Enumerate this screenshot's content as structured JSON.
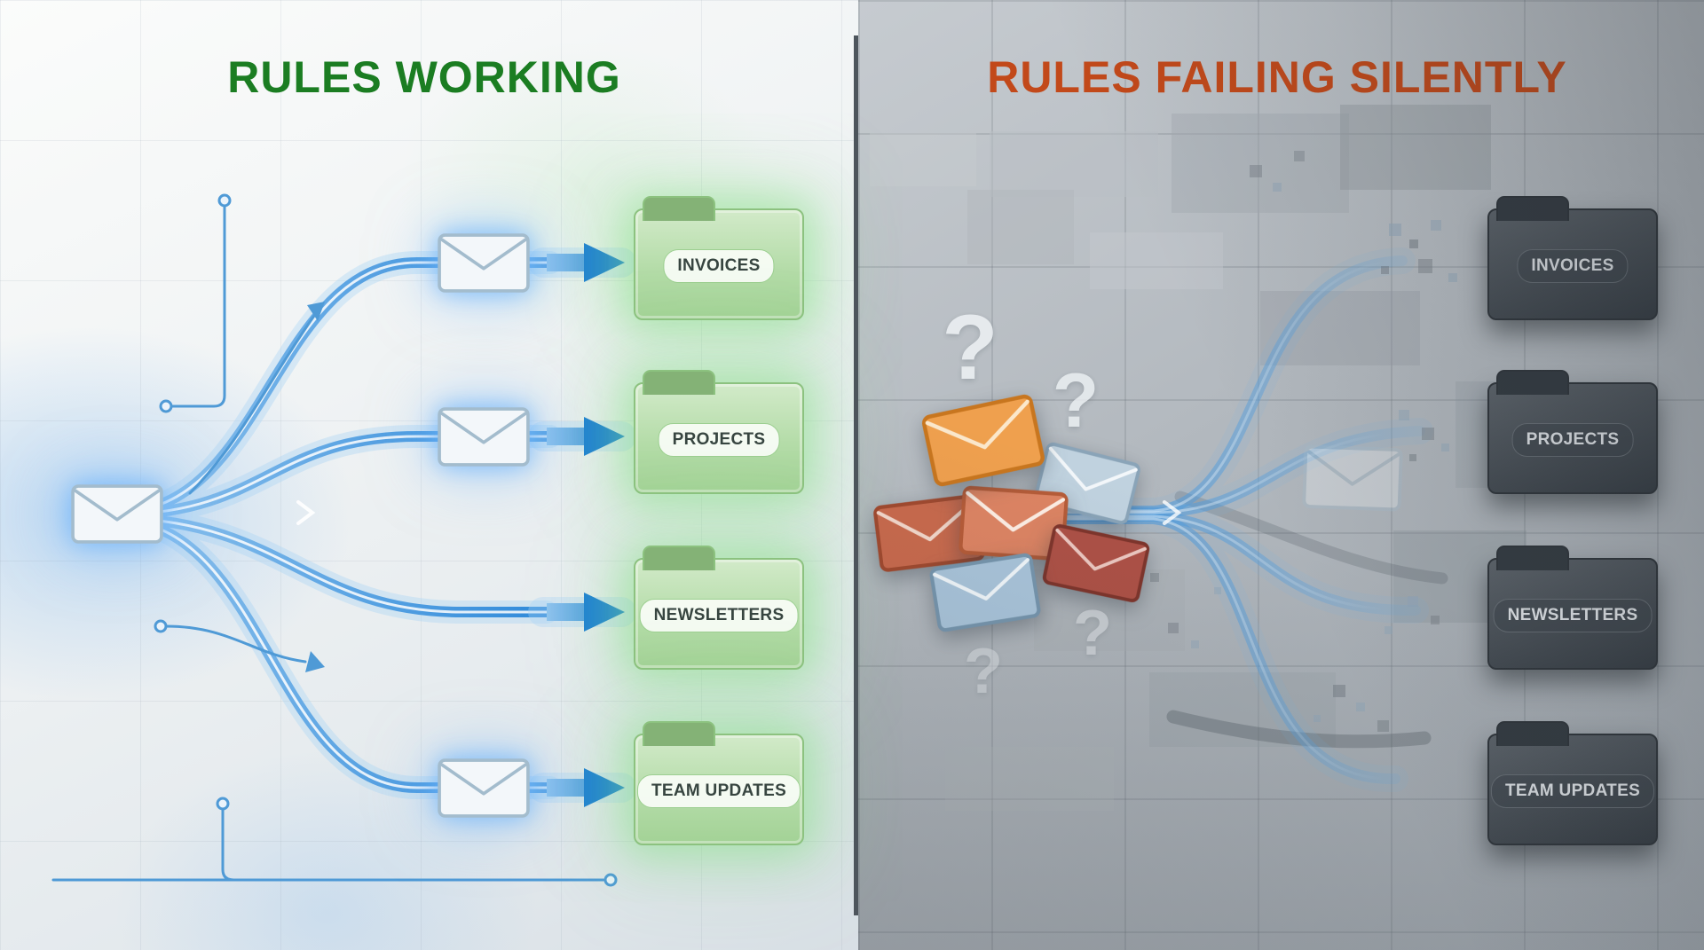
{
  "left_panel": {
    "title": "RULES WORKING",
    "folders": [
      {
        "label": "INVOICES"
      },
      {
        "label": "PROJECTS"
      },
      {
        "label": "NEWSLETTERS"
      },
      {
        "label": "TEAM UPDATES"
      }
    ]
  },
  "right_panel": {
    "title": "RULES FAILING SILENTLY",
    "folders": [
      {
        "label": "INVOICES"
      },
      {
        "label": "PROJECTS"
      },
      {
        "label": "NEWSLETTERS"
      },
      {
        "label": "TEAM UPDATES"
      }
    ],
    "question_marks": [
      "?",
      "?",
      "?",
      "?"
    ]
  },
  "colors": {
    "left_title": "#1b7d22",
    "right_title": "#c2491a",
    "flow_blue": "#1d7fd6",
    "folder_green_light": "#d2eac9",
    "folder_green_dark": "#a3d296",
    "folder_dark": "#454c53",
    "envelope_orange": "#efa04e",
    "envelope_red": "#c96a4d",
    "envelope_blue": "#a9c4da"
  }
}
